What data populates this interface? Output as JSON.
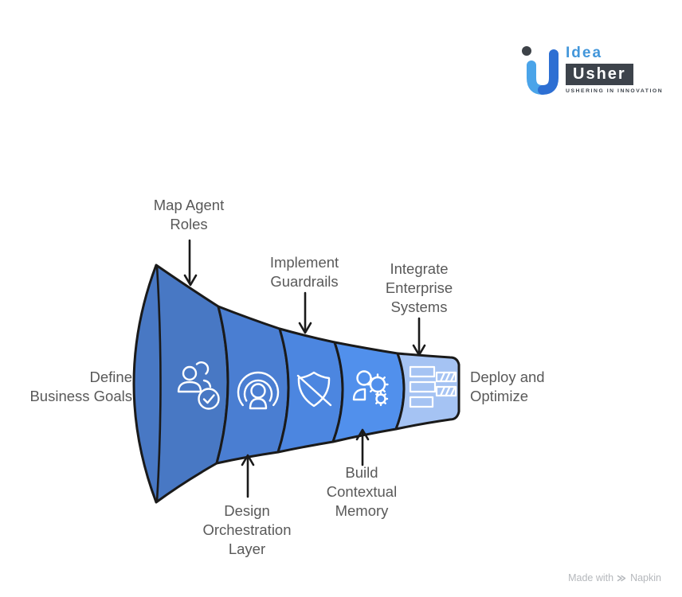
{
  "logo": {
    "brand_top": "Idea",
    "brand_bottom": "Usher",
    "tagline": "USHERING IN INNOVATION"
  },
  "footer": {
    "made_with": "Made with",
    "brand": "Napkin"
  },
  "funnel": {
    "stages": [
      {
        "id": "define-business-goals",
        "label": "Define\nBusiness Goals",
        "position": "left"
      },
      {
        "id": "map-agent-roles",
        "label": "Map Agent\nRoles",
        "position": "top"
      },
      {
        "id": "design-orchestration-layer",
        "label": "Design\nOrchestration\nLayer",
        "position": "bottom"
      },
      {
        "id": "implement-guardrails",
        "label": "Implement\nGuardrails",
        "position": "top"
      },
      {
        "id": "build-contextual-memory",
        "label": "Build\nContextual\nMemory",
        "position": "bottom"
      },
      {
        "id": "integrate-enterprise-systems",
        "label": "Integrate\nEnterprise\nSystems",
        "position": "top"
      },
      {
        "id": "deploy-and-optimize",
        "label": "Deploy and\nOptimize",
        "position": "right"
      }
    ],
    "segments": [
      {
        "icon": "users-check-icon",
        "color": "#4878c4"
      },
      {
        "icon": "broadcast-person-icon",
        "color": "#4a7ed2"
      },
      {
        "icon": "shield-off-icon",
        "color": "#4c86e0"
      },
      {
        "icon": "person-gears-icon",
        "color": "#5190ec"
      },
      {
        "icon": "layered-bars-icon",
        "color": "#a5c3f3"
      }
    ],
    "outline_color": "#1a1a1a",
    "icon_color": "#ffffff",
    "label_color": "#595959"
  }
}
